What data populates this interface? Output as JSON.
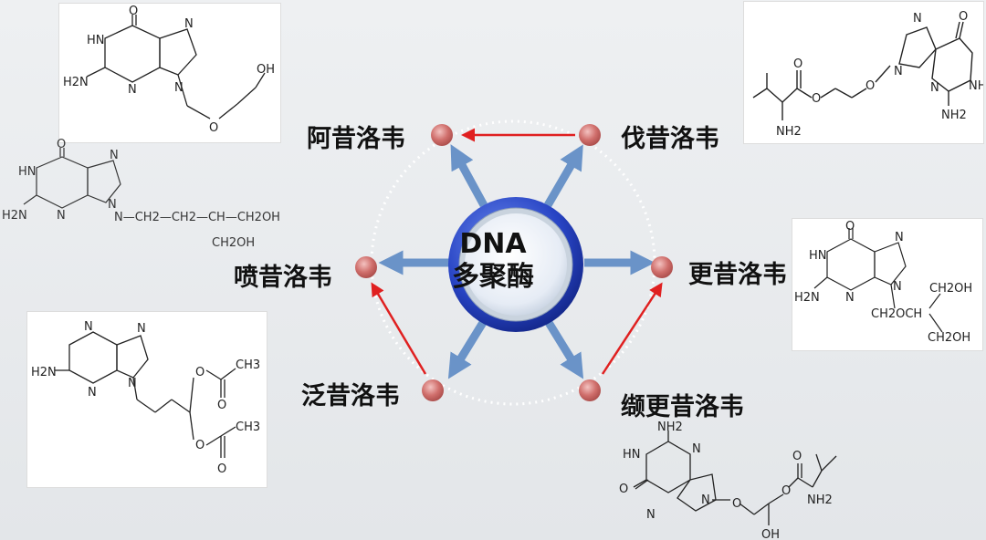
{
  "center": {
    "line1": "DNA",
    "line2": "多聚酶"
  },
  "drugs": {
    "acyclovir": "阿昔洛韦",
    "valacyclovir": "伐昔洛韦",
    "ganciclovir": "更昔洛韦",
    "valganciclovir": "缬更昔洛韦",
    "famciclovir": "泛昔洛韦",
    "penciclovir": "喷昔洛韦"
  },
  "structures": {
    "acyclovir": {
      "atoms": [
        "O",
        "N",
        "HN",
        "N",
        "N",
        "H2N",
        "OH",
        "O"
      ]
    },
    "valacyclovir": {
      "atoms": [
        "O",
        "N",
        "N",
        "NH",
        "N",
        "NH2",
        "O",
        "O",
        "O",
        "NH2"
      ]
    },
    "penciclovir": {
      "atoms": [
        "O",
        "HN",
        "N",
        "N",
        "N",
        "H2N",
        "N—CH2—CH2—CH—CH2OH",
        "CH2OH"
      ]
    },
    "ganciclovir": {
      "atoms": [
        "O",
        "HN",
        "N",
        "N",
        "N",
        "H2N",
        "CH2OH",
        "CH2OCH",
        "CH2OH"
      ]
    },
    "famciclovir": {
      "atoms": [
        "N",
        "N",
        "H2N",
        "N",
        "N",
        "O",
        "CH3",
        "O",
        "O",
        "CH3",
        "O"
      ]
    },
    "valganciclovir": {
      "atoms": [
        "NH2",
        "HN",
        "N",
        "O",
        "N",
        "N",
        "O",
        "O",
        "O",
        "NH2",
        "OH"
      ]
    }
  },
  "colors": {
    "hub_outer": "#1f3aa8",
    "hub_ring": "#c9d3de",
    "node": "#c9605f",
    "blue_arrow": "#6a93c8",
    "red_arrow": "#e02020",
    "dotted_circle": "#ffffff"
  }
}
